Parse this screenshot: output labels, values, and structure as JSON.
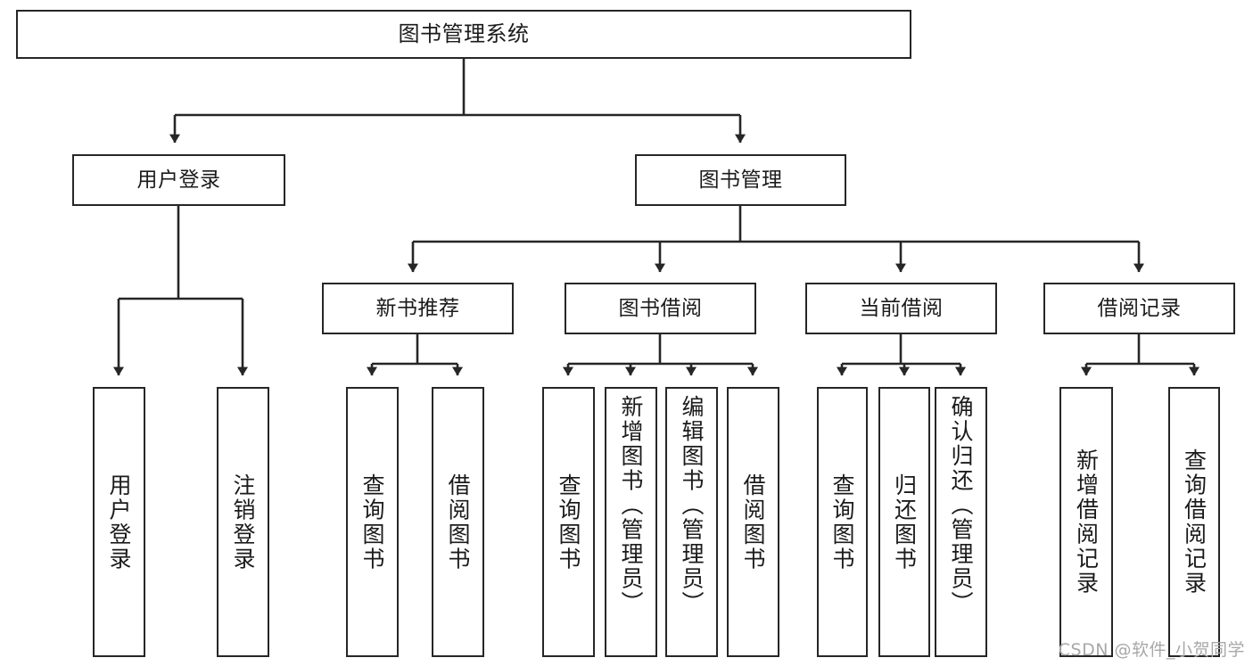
{
  "diagram": {
    "title": "图书管理系统",
    "watermark": "CSDN @软件_小贺同学",
    "line_color": "#262626",
    "box_fill": "#ffffff",
    "text_color": "#1b1b1b",
    "root": {
      "label": "图书管理系统"
    },
    "level2": [
      {
        "label": "用户登录"
      },
      {
        "label": "图书管理"
      }
    ],
    "level3": [
      {
        "label": "新书推荐"
      },
      {
        "label": "图书借阅"
      },
      {
        "label": "当前借阅"
      },
      {
        "label": "借阅记录"
      }
    ],
    "leaves": {
      "user_login": [
        {
          "label": "用户登录"
        },
        {
          "label": "注销登录"
        }
      ],
      "new_book_recommend": [
        {
          "label": "查询图书"
        },
        {
          "label": "借阅图书"
        }
      ],
      "book_borrow": [
        {
          "label": "查询图书"
        },
        {
          "label": "新增图书（管理员）"
        },
        {
          "label": "编辑图书（管理员）"
        },
        {
          "label": "借阅图书"
        }
      ],
      "current_borrow": [
        {
          "label": "查询图书"
        },
        {
          "label": "归还图书"
        },
        {
          "label": "确认归还（管理员）"
        }
      ],
      "borrow_record": [
        {
          "label": "新增借阅记录"
        },
        {
          "label": "查询借阅记录"
        }
      ]
    }
  }
}
